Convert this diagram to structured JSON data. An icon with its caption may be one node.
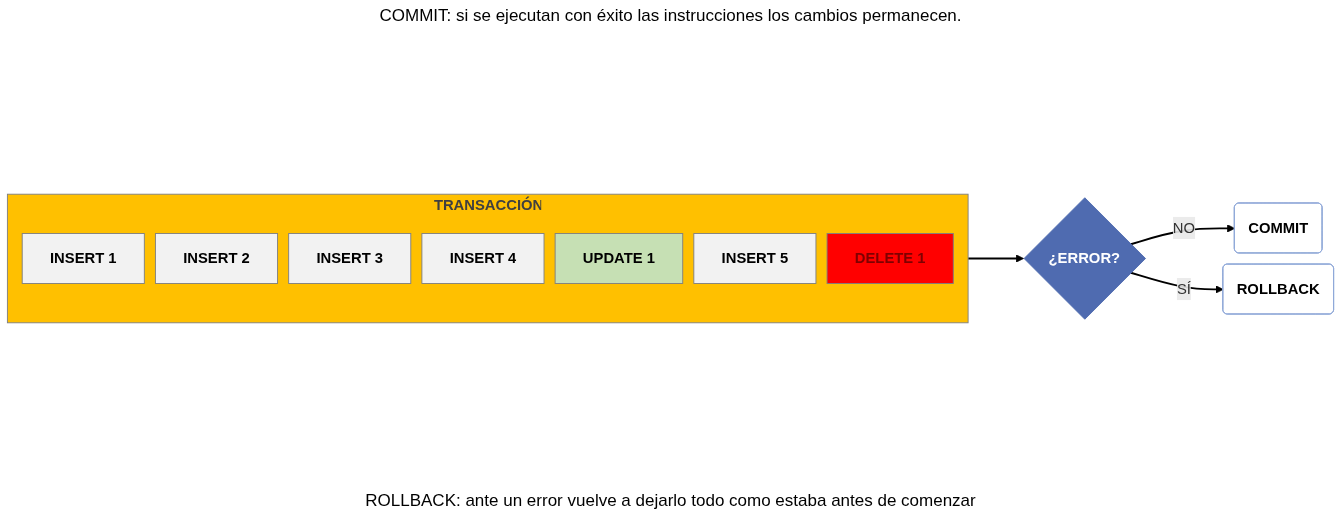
{
  "diagram": {
    "nodes": [
      {
        "text": [
          "TRANSACCIÓN"
        ]
      },
      {
        "text": [
          "INSERT 1"
        ],
        "in": 0
      },
      {
        "text": [
          "INSERT 2"
        ],
        "in": 0
      },
      {
        "text": [
          "INSERT 3"
        ],
        "in": 0
      },
      {
        "text": [
          "INSERT 4"
        ],
        "in": 0
      },
      {
        "text": [
          "UPDATE 1"
        ],
        "in": 0
      },
      {
        "text": [
          "INSERT 5"
        ],
        "in": 0
      },
      {
        "text": [
          "DELETE 1"
        ],
        "in": 0
      },
      {
        "text": [
          "¿ERROR?"
        ]
      },
      {
        "text": [
          "COMMIT"
        ]
      },
      {
        "text": [
          "ROLLBACK"
        ]
      }
    ],
    "edges": [
      {
        "from": 0,
        "to": 8,
        "arrow": "to"
      },
      {
        "from": 8,
        "to": 9,
        "label": "NO",
        "arrow": "to"
      },
      {
        "from": 8,
        "to": 10,
        "label": "SÍ",
        "arrow": "to"
      }
    ],
    "labels": [
      "COMMIT: si se ejecutan con éxito las instrucciones los cambios permanecen.",
      "ROLLBACK: ante un error vuelve a dejarlo todo como estaba antes de comenzar"
    ]
  }
}
